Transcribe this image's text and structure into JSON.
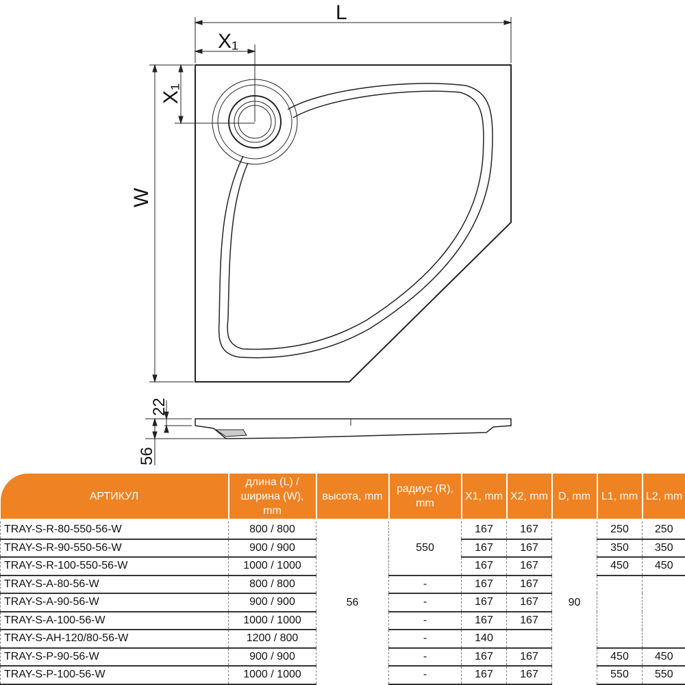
{
  "drawing": {
    "dim_L": "L",
    "dim_W": "W",
    "dim_X1_top": "X₁",
    "dim_X1_side": "X₁",
    "dim_22": "22",
    "dim_56": "56"
  },
  "table": {
    "headers": [
      "АРТИКУЛ",
      "длина (L) / ширина (W), mm",
      "высота, mm",
      "радиус (R), mm",
      "X1, mm",
      "X2, mm",
      "D, mm",
      "L1, mm",
      "L2, mm"
    ],
    "height_value": "56",
    "radius_value": "550",
    "d_value": "90",
    "rows": [
      {
        "article": "TRAY-S-R-80-550-56-W",
        "size": "800 / 800",
        "x1": "167",
        "x2": "167",
        "l1": "250",
        "l2": "250"
      },
      {
        "article": "TRAY-S-R-90-550-56-W",
        "size": "900 / 900",
        "x1": "167",
        "x2": "167",
        "l1": "350",
        "l2": "350"
      },
      {
        "article": "TRAY-S-R-100-550-56-W",
        "size": "1000 / 1000",
        "x1": "167",
        "x2": "167",
        "l1": "450",
        "l2": "450"
      },
      {
        "article": "TRAY-S-A-80-56-W",
        "size": "800 / 800",
        "radius": "-",
        "x1": "167",
        "x2": "167"
      },
      {
        "article": "TRAY-S-A-90-56-W",
        "size": "900 / 900",
        "radius": "-",
        "x1": "167",
        "x2": "167"
      },
      {
        "article": "TRAY-S-A-100-56-W",
        "size": "1000 / 1000",
        "radius": "-",
        "x1": "167",
        "x2": "167"
      },
      {
        "article": "TRAY-S-AH-120/80-56-W",
        "size": "1200 / 800",
        "radius": "-",
        "x1": "140",
        "x2": ""
      },
      {
        "article": "TRAY-S-P-90-56-W",
        "size": "900 / 900",
        "radius": "-",
        "x1": "167",
        "x2": "167",
        "l1": "450",
        "l2": "450"
      },
      {
        "article": "TRAY-S-P-100-56-W",
        "size": "1000 / 1000",
        "radius": "-",
        "x1": "167",
        "x2": "167",
        "l1": "550",
        "l2": "550"
      }
    ]
  },
  "colors": {
    "header_bg": "#ef8222"
  }
}
